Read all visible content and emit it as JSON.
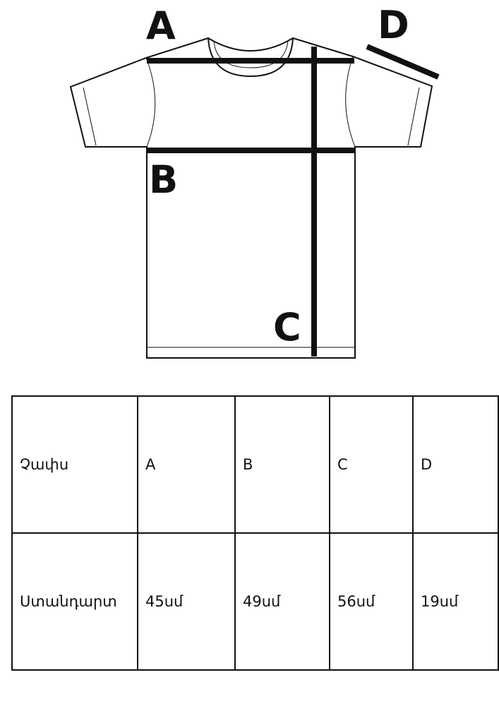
{
  "diagram": {
    "labels": {
      "a": "A",
      "b": "B",
      "c": "C",
      "d": "D"
    }
  },
  "table": {
    "header": [
      "Չափս",
      "A",
      "B",
      "C",
      "D"
    ],
    "rows": [
      [
        "Ստանդարտ",
        "45սմ",
        "49սմ",
        "56սմ",
        "19սմ"
      ]
    ]
  }
}
